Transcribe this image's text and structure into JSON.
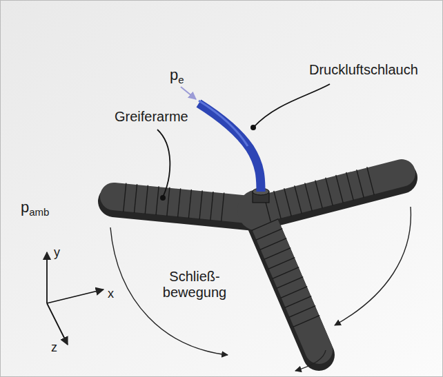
{
  "diagram": {
    "labels": [
      "p",
      "e",
      "Druckluftschlauch",
      "Greiferarme",
      "p",
      "amb",
      "Schließ- bewegung",
      "y",
      "x",
      "z"
    ]
  }
}
